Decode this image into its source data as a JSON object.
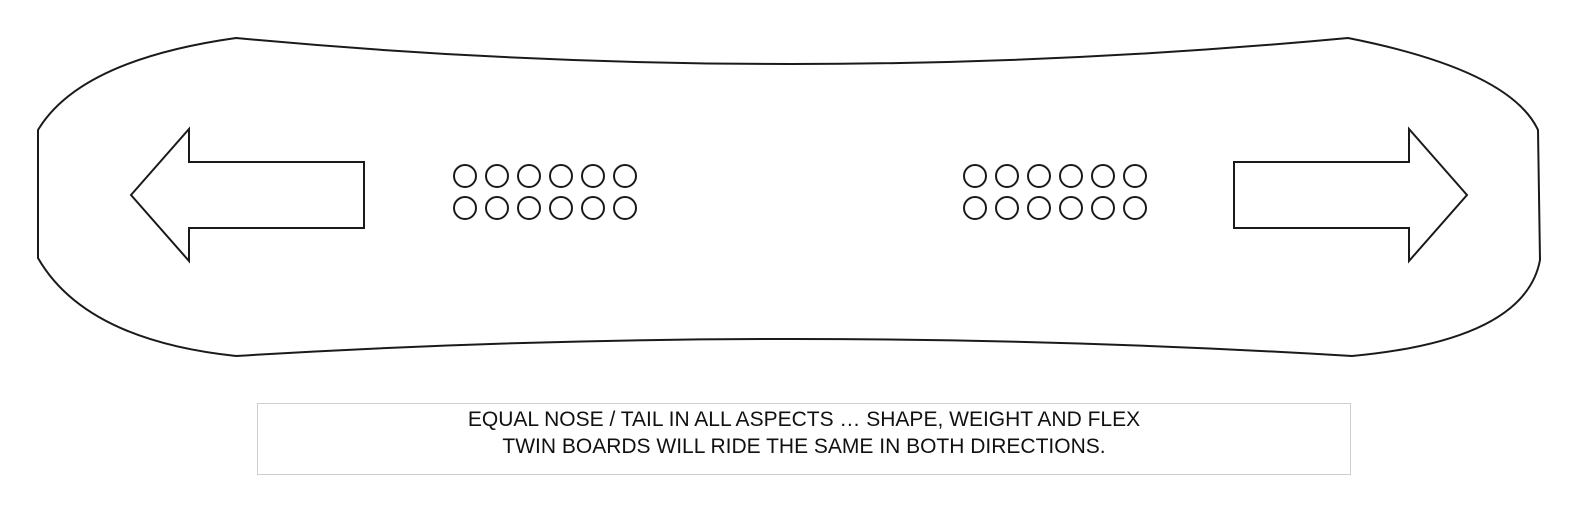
{
  "diagram": {
    "stroke_color": "#1a1a1a",
    "fill_color": "#ffffff",
    "arrows": [
      {
        "direction": "left",
        "icon": "arrow-left-icon"
      },
      {
        "direction": "right",
        "icon": "arrow-right-icon"
      }
    ],
    "insert_groups": [
      {
        "name": "front-binding-inserts",
        "rows": 2,
        "columns": 6
      },
      {
        "name": "rear-binding-inserts",
        "rows": 2,
        "columns": 6
      }
    ]
  },
  "caption": {
    "line1": "EQUAL NOSE / TAIL IN ALL ASPECTS … SHAPE, WEIGHT AND FLEX",
    "line2": "TWIN BOARDS WILL RIDE THE SAME IN BOTH DIRECTIONS.",
    "border_color": "#cfcfcf"
  }
}
